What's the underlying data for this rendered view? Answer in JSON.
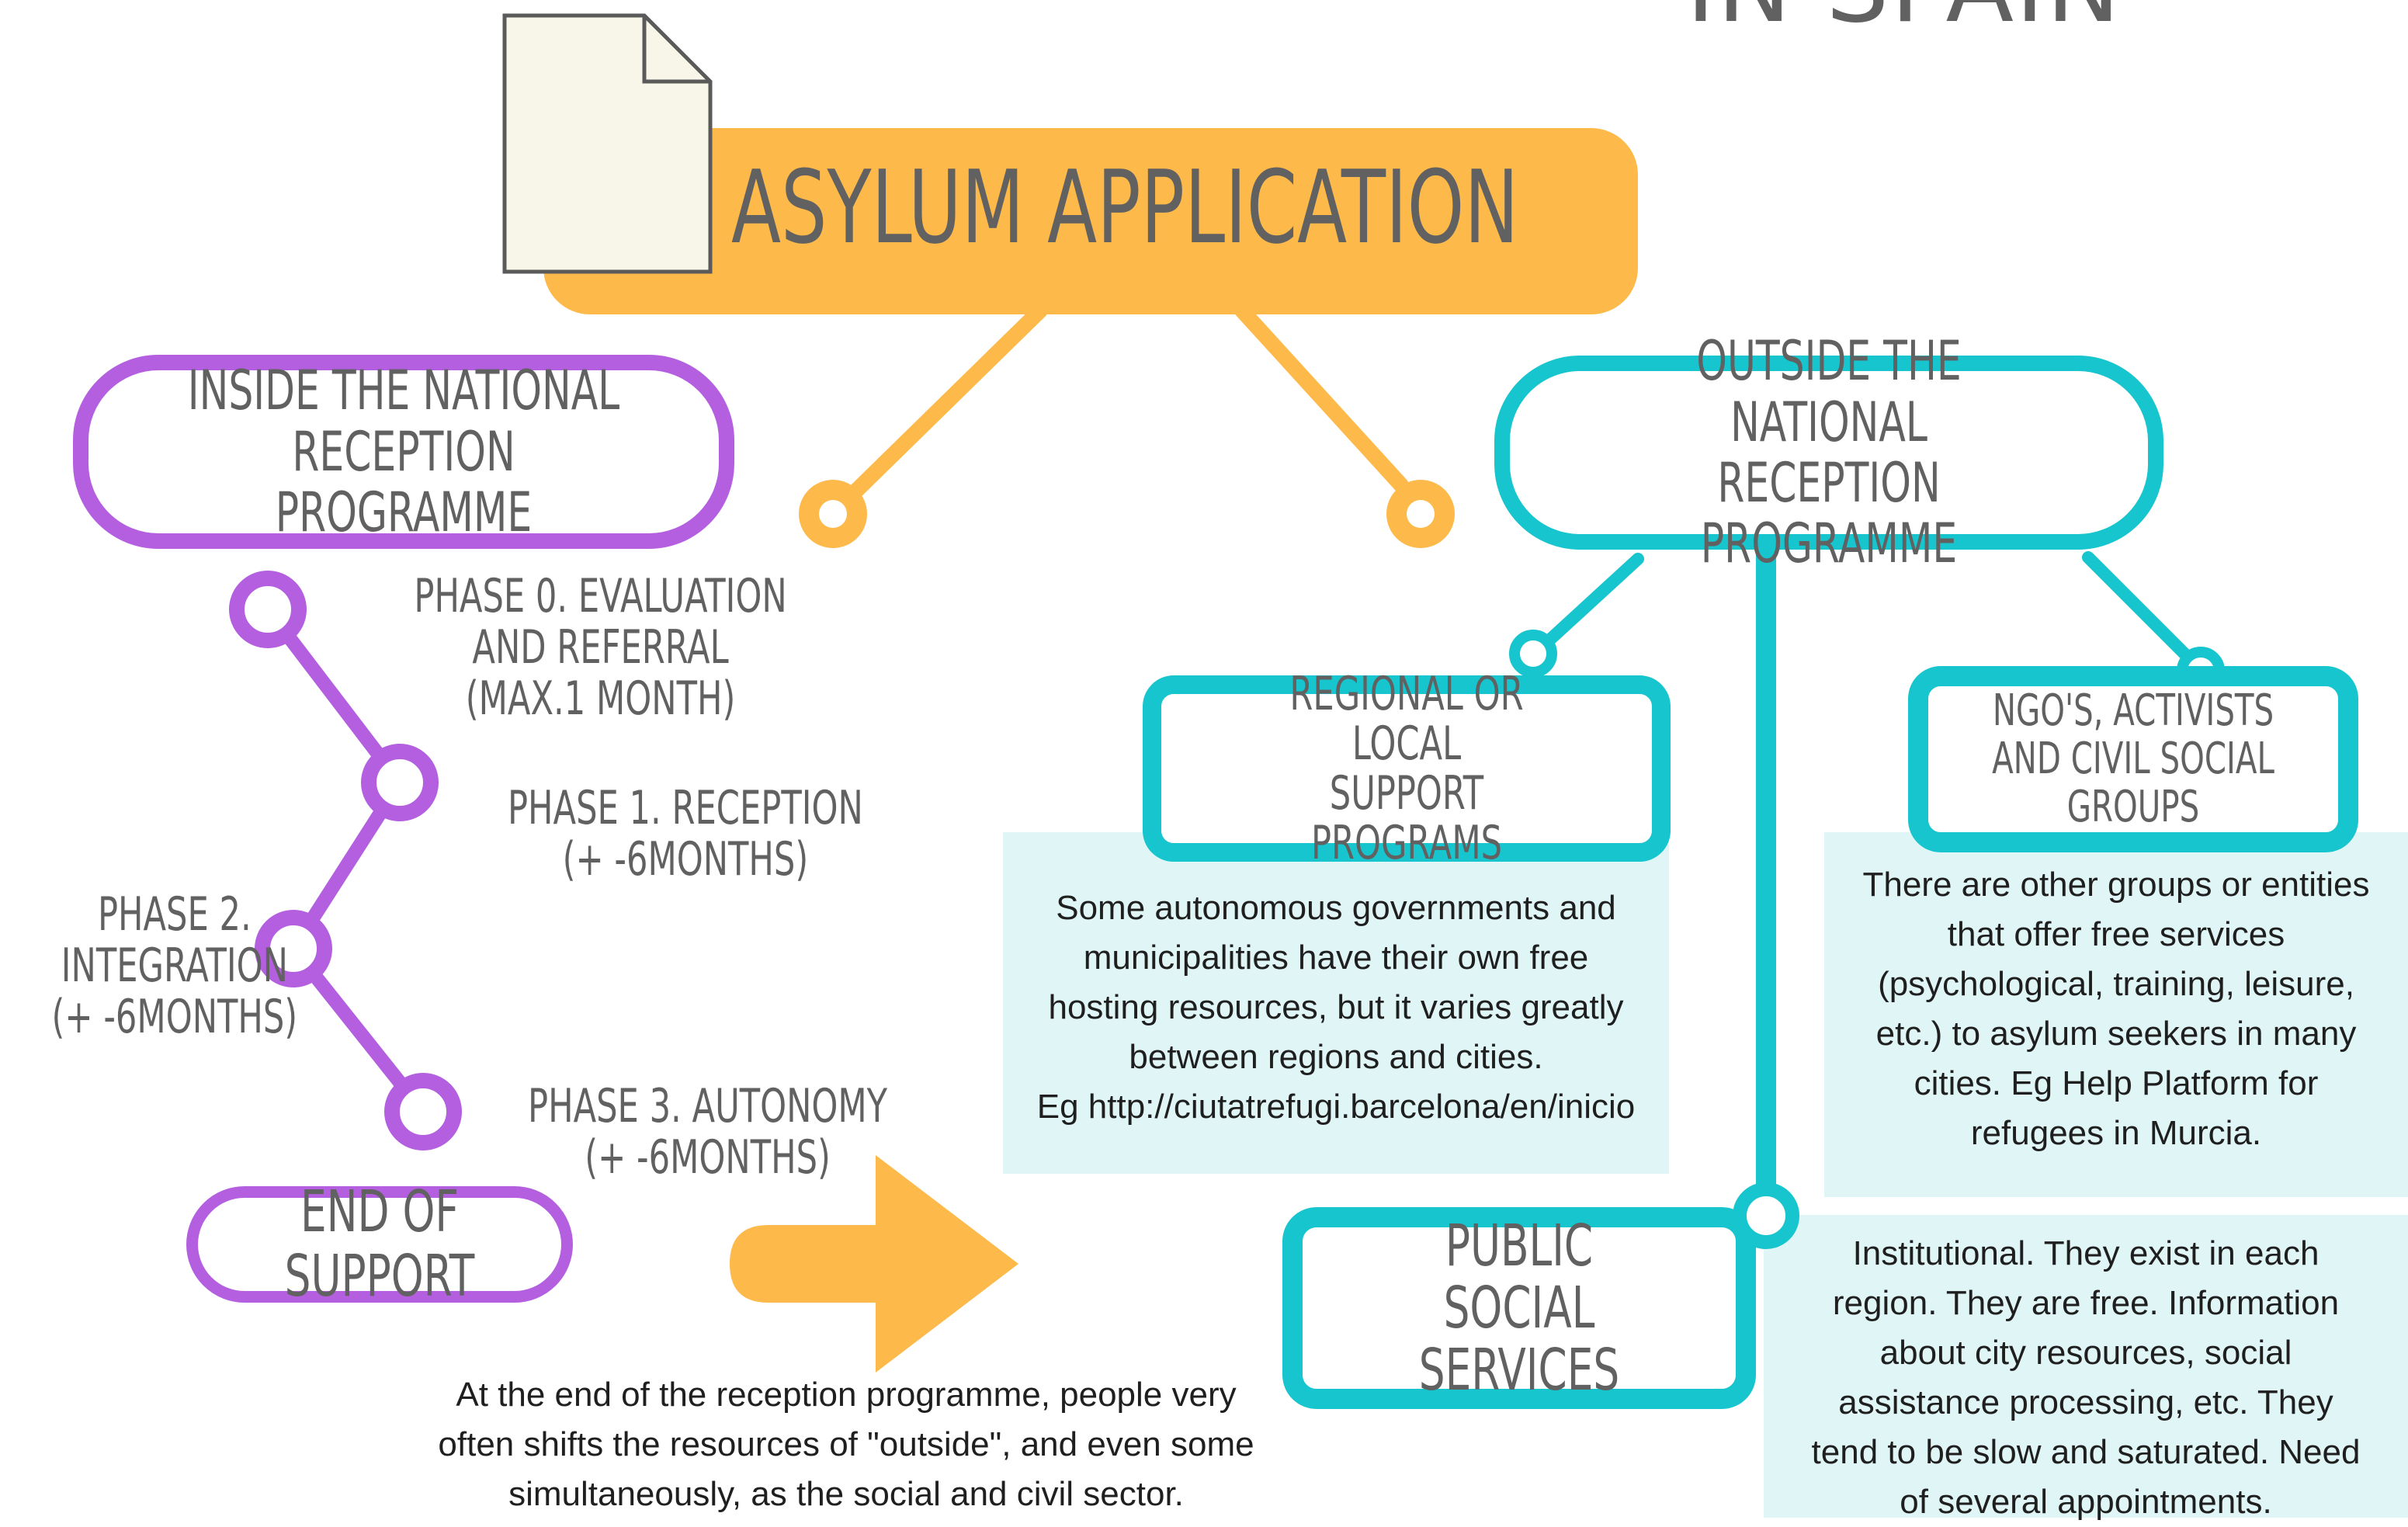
{
  "header": {
    "corner_title": "IN SPAIN",
    "main_title": "ASYLUM APPLICATION"
  },
  "left": {
    "box_lines": [
      "INSIDE THE NATIONAL",
      "RECEPTION PROGRAMME"
    ],
    "phase0": [
      "PHASE 0. EVALUATION",
      "AND REFERRAL",
      "(MAX.1 MONTH)"
    ],
    "phase1": [
      "PHASE 1. RECEPTION",
      "(+ -6MONTHS)"
    ],
    "phase2": [
      "PHASE 2.",
      "INTEGRATION",
      "(+ -6MONTHS)"
    ],
    "phase3": [
      "PHASE 3. AUTONOMY",
      "(+ -6MONTHS)"
    ],
    "end": "END OF SUPPORT"
  },
  "right": {
    "box_lines": [
      "OUTSIDE THE NATIONAL",
      "RECEPTION PROGRAMME"
    ],
    "regional": {
      "title": [
        "REGIONAL OR LOCAL",
        "SUPPORT PROGRAMS"
      ],
      "text": [
        "Some autonomous governments and",
        "municipalities have their own free",
        "hosting resources, but it varies greatly",
        "between regions and cities.",
        "Eg http://ciutatrefugi.barcelona/en/inicio"
      ]
    },
    "ngo": {
      "title": [
        "NGO'S, ACTIVISTS",
        "AND CIVIL SOCIAL GROUPS"
      ],
      "text": [
        "There are other groups or entities",
        "that offer free services",
        "(psychological, training, leisure,",
        "etc.) to asylum seekers in many",
        "cities. Eg Help Platform for",
        "refugees in Murcia."
      ]
    },
    "public": {
      "title": [
        "PUBLIC",
        "SOCIAL SERVICES"
      ],
      "text": [
        "Institutional. They exist in each",
        "region. They are free. Information",
        "about city resources, social",
        "assistance processing, etc. They",
        "tend to be slow and saturated. Need",
        "of several appointments."
      ]
    }
  },
  "bottom_note": [
    "At the end of the reception programme, people very",
    "often shifts the resources of \"outside\", and even some",
    "simultaneously, as the social and civil sector."
  ],
  "colors": {
    "orange": "#fdb94a",
    "purple": "#b35fe0",
    "teal": "#16c5cd",
    "note_bg": "#e0f5f6",
    "text_gray": "#616161",
    "doc_fill": "#f8f6e8"
  }
}
